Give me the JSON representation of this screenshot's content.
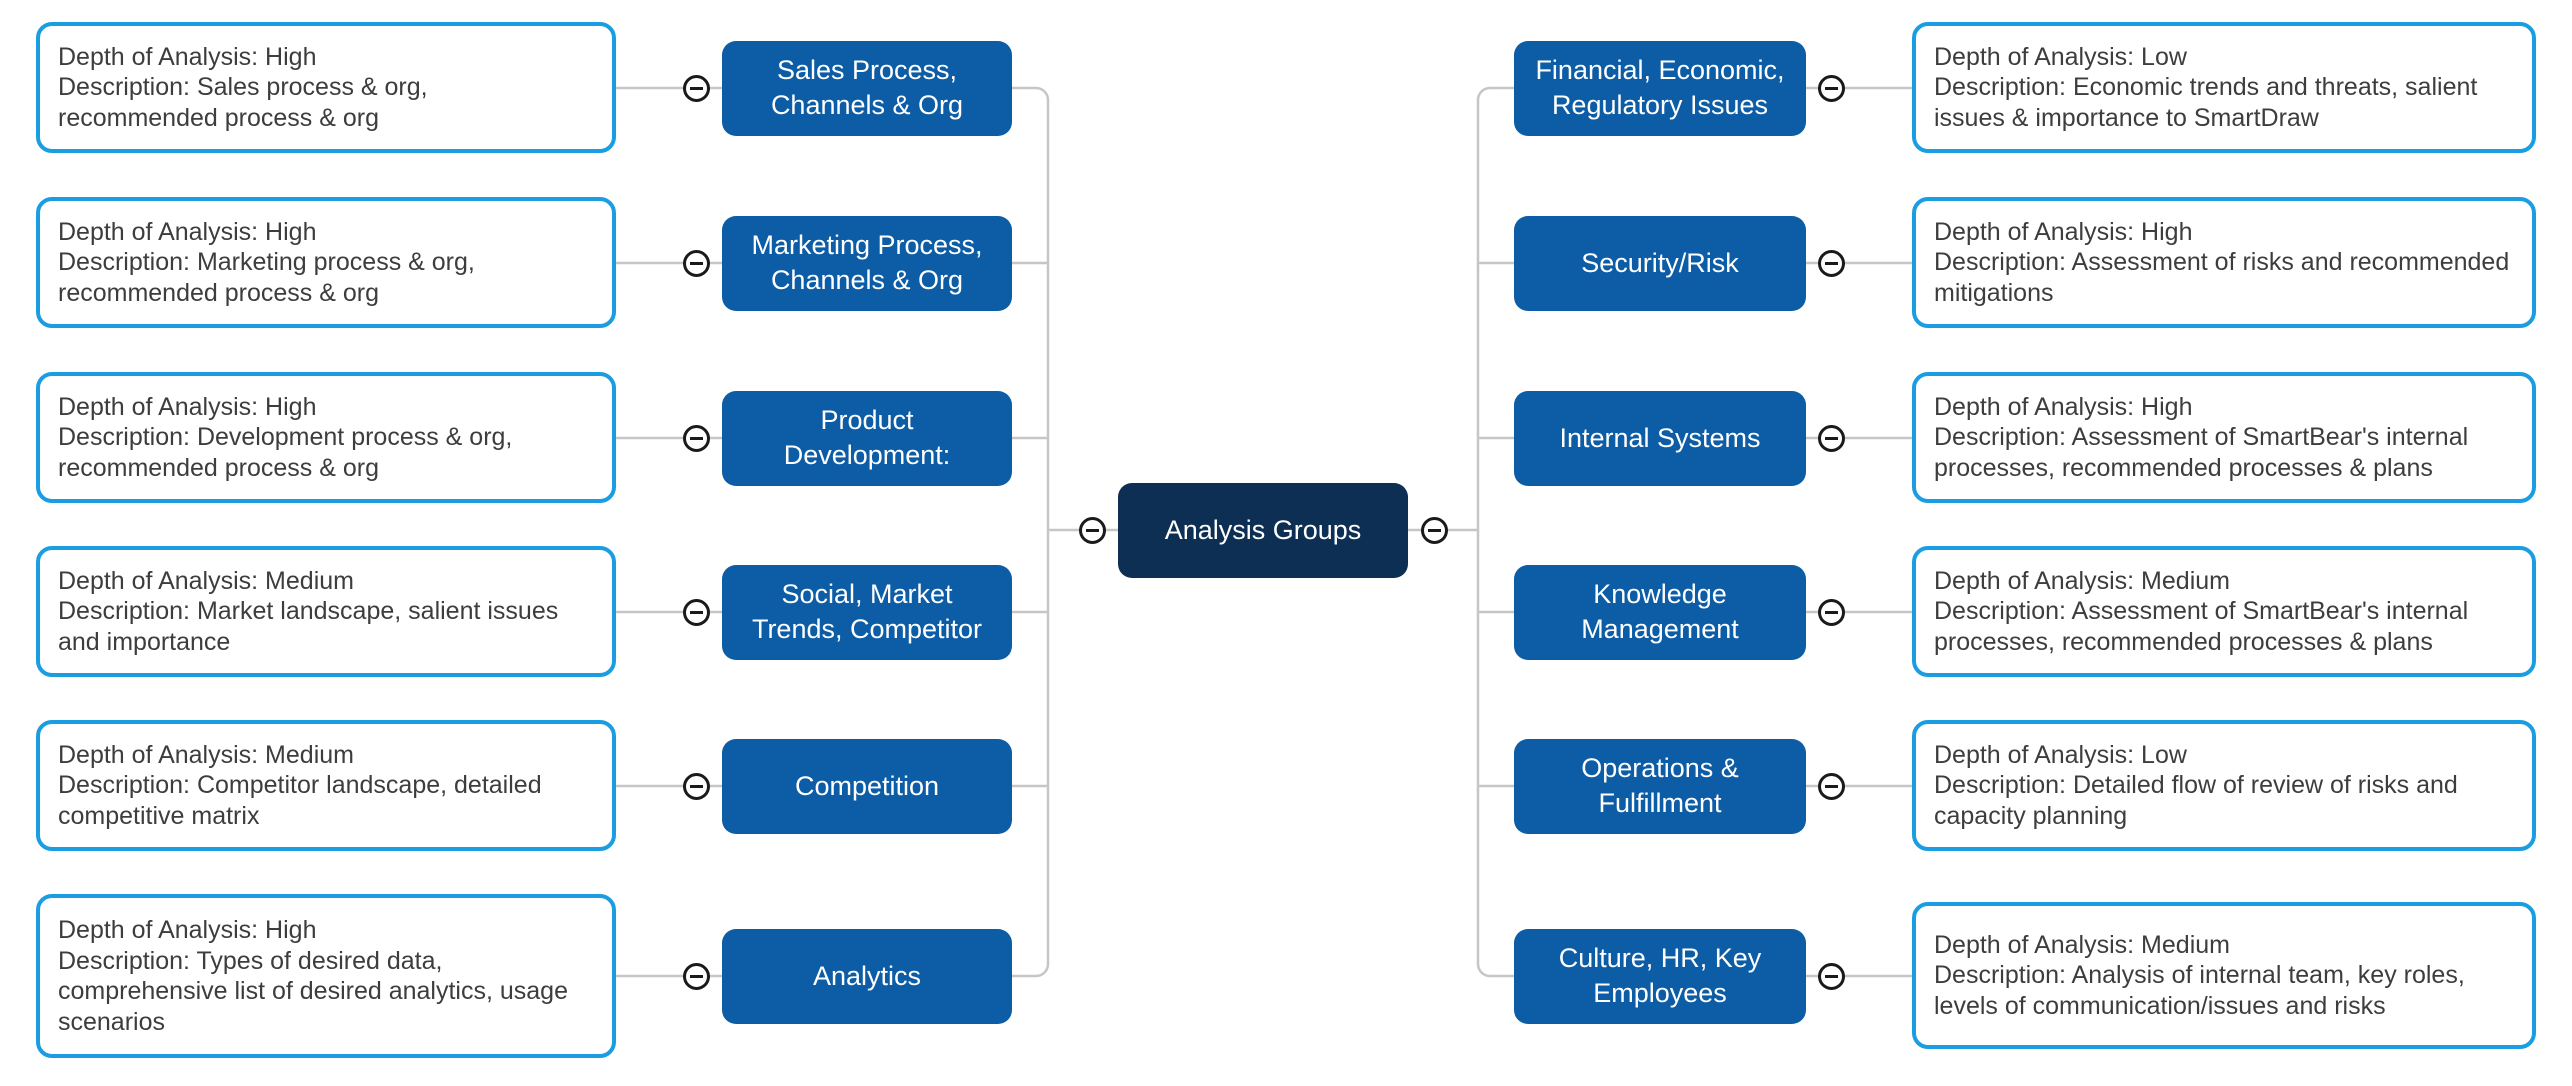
{
  "diagram": {
    "type": "mind-map",
    "root": {
      "label": "Analysis Groups"
    },
    "left_branches": [
      {
        "node": "Sales Process, Channels & Org",
        "depth": "Depth of Analysis: High",
        "description": "Description: Sales process & org, recommended process & org"
      },
      {
        "node": "Marketing Process, Channels & Org",
        "depth": "Depth of Analysis: High",
        "description": "Description: Marketing process & org, recommended process & org"
      },
      {
        "node": "Product Development:",
        "depth": "Depth of Analysis: High",
        "description": "Description: Development process & org, recommended process & org"
      },
      {
        "node": "Social, Market Trends, Competitor",
        "depth": "Depth of Analysis: Medium",
        "description": "Description: Market landscape, salient issues and importance"
      },
      {
        "node": "Competition",
        "depth": "Depth of Analysis: Medium",
        "description": "Description: Competitor landscape, detailed competitive matrix"
      },
      {
        "node": "Analytics",
        "depth": "Depth of Analysis: High",
        "description": "Description: Types of desired data, comprehensive list of desired analytics, usage scenarios"
      }
    ],
    "right_branches": [
      {
        "node": "Financial, Economic, Regulatory Issues",
        "depth": "Depth of Analysis: Low",
        "description": "Description: Economic trends and threats, salient issues & importance to SmartDraw"
      },
      {
        "node": "Security/Risk",
        "depth": "Depth of Analysis: High",
        "description": "Description: Assessment of risks and recommended mitigations"
      },
      {
        "node": "Internal Systems",
        "depth": "Depth of Analysis: High",
        "description": "Description: Assessment of SmartBear's internal processes, recommended processes & plans"
      },
      {
        "node": "Knowledge Management",
        "depth": "Depth of Analysis: Medium",
        "description": "Description: Assessment of SmartBear's internal processes, recommended processes & plans"
      },
      {
        "node": "Operations & Fulfillment",
        "depth": "Depth of Analysis: Low",
        "description": "Description: Detailed flow of review of risks and capacity planning"
      },
      {
        "node": "Culture, HR, Key Employees",
        "depth": "Depth of Analysis: Medium",
        "description": "Description: Analysis of internal team, key roles, levels of communication/issues and risks"
      }
    ],
    "icons": {
      "collapse": "minus-circle"
    },
    "colors": {
      "node_blue": "#0C5CA6",
      "root_navy": "#0D2F54",
      "detail_border": "#1B9DE2",
      "connector": "#C6C6C6",
      "text": "#3D3D3D",
      "node_text": "#FFFFFF",
      "background": "#FFFFFF"
    }
  }
}
